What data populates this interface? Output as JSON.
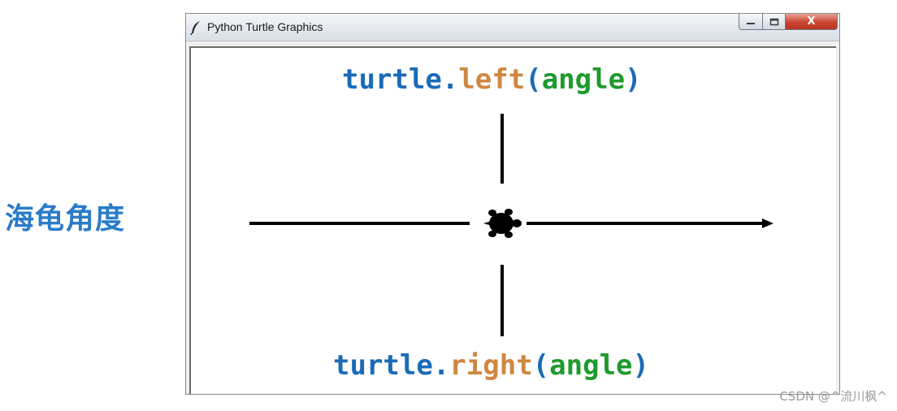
{
  "side_label": "海龟角度",
  "window": {
    "title": "Python Turtle Graphics",
    "close_label": "X"
  },
  "top_call": {
    "object": "turtle",
    "dot": ".",
    "method": "left",
    "open_paren": "(",
    "arg": "angle",
    "close_paren": ")"
  },
  "bottom_call": {
    "object": "turtle",
    "dot": ".",
    "method": "right",
    "open_paren": "(",
    "arg": "angle",
    "close_paren": ")"
  },
  "watermark": "CSDN @^流川枫^",
  "colors": {
    "label_blue": "#2b7cc8",
    "object_blue": "#1a6bb8",
    "method_orange": "#cf8740",
    "arg_green": "#1f9a2c"
  }
}
